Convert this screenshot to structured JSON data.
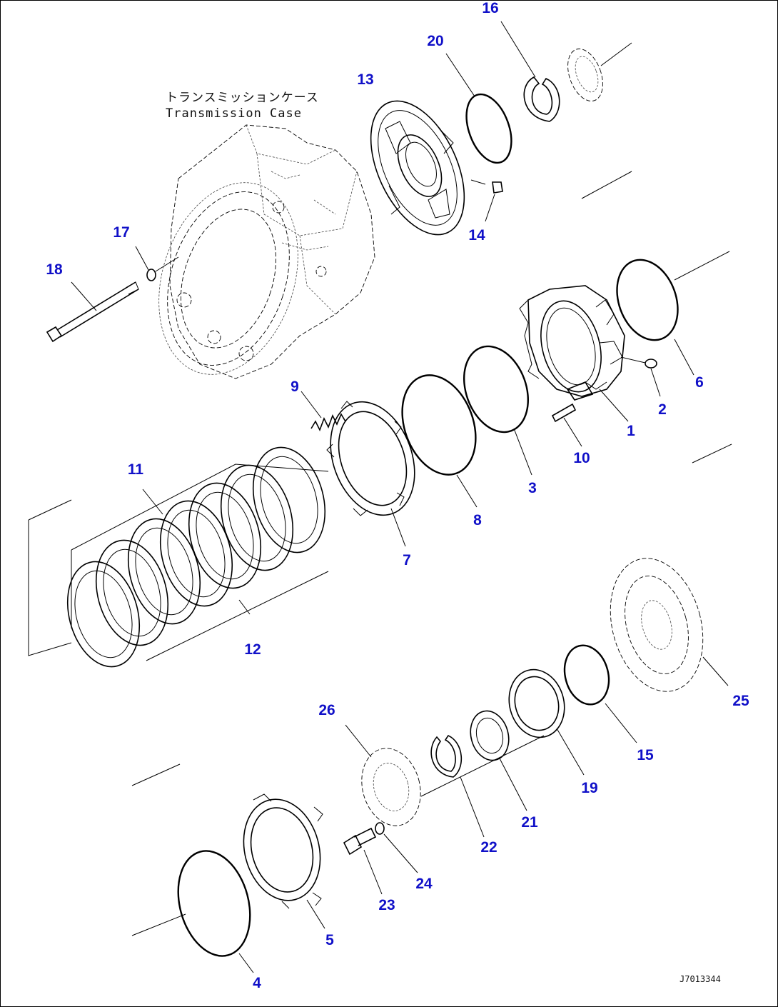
{
  "colors": {
    "callout": "#1010c8",
    "line": "#000000",
    "background": "#ffffff"
  },
  "case_label": {
    "line1": "トランスミッションケース",
    "line2": "Transmission Case"
  },
  "drawing_id": "J7013344",
  "callouts": [
    {
      "id": "1",
      "label": "1"
    },
    {
      "id": "2",
      "label": "2"
    },
    {
      "id": "3",
      "label": "3"
    },
    {
      "id": "4",
      "label": "4"
    },
    {
      "id": "5",
      "label": "5"
    },
    {
      "id": "6",
      "label": "6"
    },
    {
      "id": "7",
      "label": "7"
    },
    {
      "id": "8",
      "label": "8"
    },
    {
      "id": "9",
      "label": "9"
    },
    {
      "id": "10",
      "label": "10"
    },
    {
      "id": "11",
      "label": "11"
    },
    {
      "id": "12",
      "label": "12"
    },
    {
      "id": "13",
      "label": "13"
    },
    {
      "id": "14",
      "label": "14"
    },
    {
      "id": "15",
      "label": "15"
    },
    {
      "id": "16",
      "label": "16"
    },
    {
      "id": "17",
      "label": "17"
    },
    {
      "id": "18",
      "label": "18"
    },
    {
      "id": "19",
      "label": "19"
    },
    {
      "id": "20",
      "label": "20"
    },
    {
      "id": "21",
      "label": "21"
    },
    {
      "id": "22",
      "label": "22"
    },
    {
      "id": "23",
      "label": "23"
    },
    {
      "id": "24",
      "label": "24"
    },
    {
      "id": "25",
      "label": "25"
    },
    {
      "id": "26",
      "label": "26"
    }
  ]
}
